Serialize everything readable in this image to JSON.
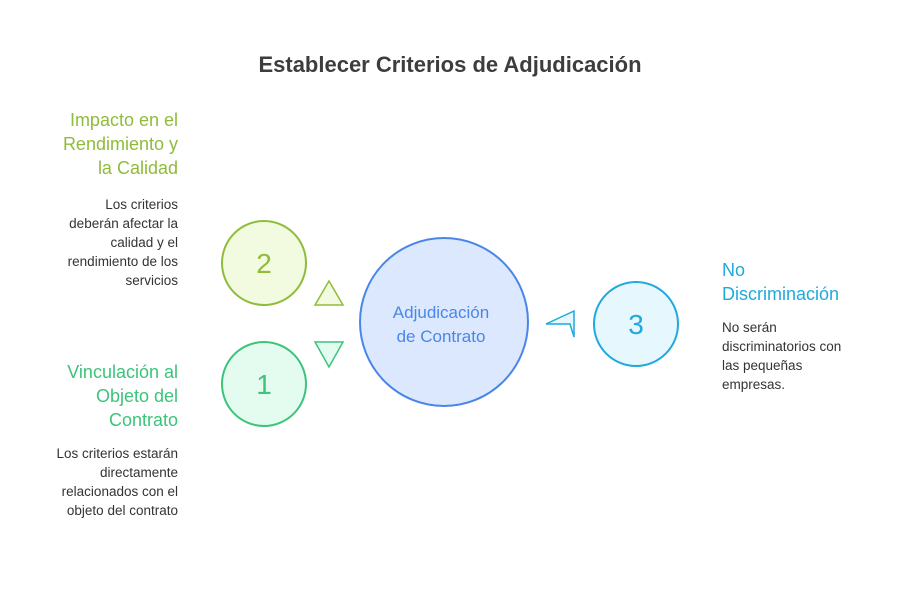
{
  "title": "Establecer Criterios de Adjudicación",
  "center": {
    "line1": "Adjudicación",
    "line2": "de Contrato"
  },
  "items": [
    {
      "number": "2",
      "title_lines": [
        "Impacto en el",
        "Rendimiento y",
        "la Calidad"
      ],
      "desc_lines": [
        "Los criterios",
        "deberán afectar la",
        "calidad y el",
        "rendimiento de los",
        "servicios"
      ]
    },
    {
      "number": "1",
      "title_lines": [
        "Vinculación al",
        "Objeto del",
        "Contrato"
      ],
      "desc_lines": [
        "Los criterios estarán",
        "directamente",
        "relacionados con el",
        "objeto del contrato"
      ]
    },
    {
      "number": "3",
      "title_lines": [
        "No",
        "Discriminación"
      ],
      "desc_lines": [
        "No serán",
        "discriminatorios con",
        "las pequeñas",
        "empresas."
      ]
    }
  ],
  "colors": {
    "green_lime": "#8fbc3a",
    "green": "#3cc47a",
    "blue": "#4a86e8",
    "cyan": "#1fa9dc"
  }
}
